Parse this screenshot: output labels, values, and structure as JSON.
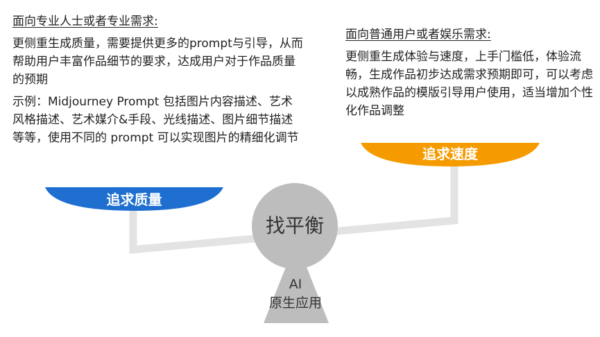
{
  "left": {
    "heading": "面向专业人士或者专业需求:",
    "paragraph1": "更侧重生成质量，需要提供更多的prompt与引导，从而帮助用户丰富作品细节的要求，达成用户对于作品质量的预期",
    "paragraph2": "示例：Midjourney  Prompt 包括图片内容描述、艺术风格描述、艺术媒介&手段、光线描述、图片细节描述等等，使用不同的 prompt 可以实现图片的精细化调节"
  },
  "right": {
    "heading": "面向普通用户或者娱乐需求:",
    "paragraph1": "更侧重生成体验与速度，上手门槛低，体验流畅，生成作品初步达成需求预期即可，可以考虑以成熟作品的模版引导用户使用，适当增加个性化作品调整"
  },
  "scale": {
    "left_pan_label": "追求质量",
    "right_pan_label": "追求速度",
    "fulcrum_label": "找平衡",
    "base_label_line1": "AI",
    "base_label_line2": "原生应用"
  },
  "colors": {
    "left_pan": "#1f6fd1",
    "right_pan": "#f59b00",
    "beam": "#e3e3e3",
    "fulcrum": "#bdbdbd"
  }
}
